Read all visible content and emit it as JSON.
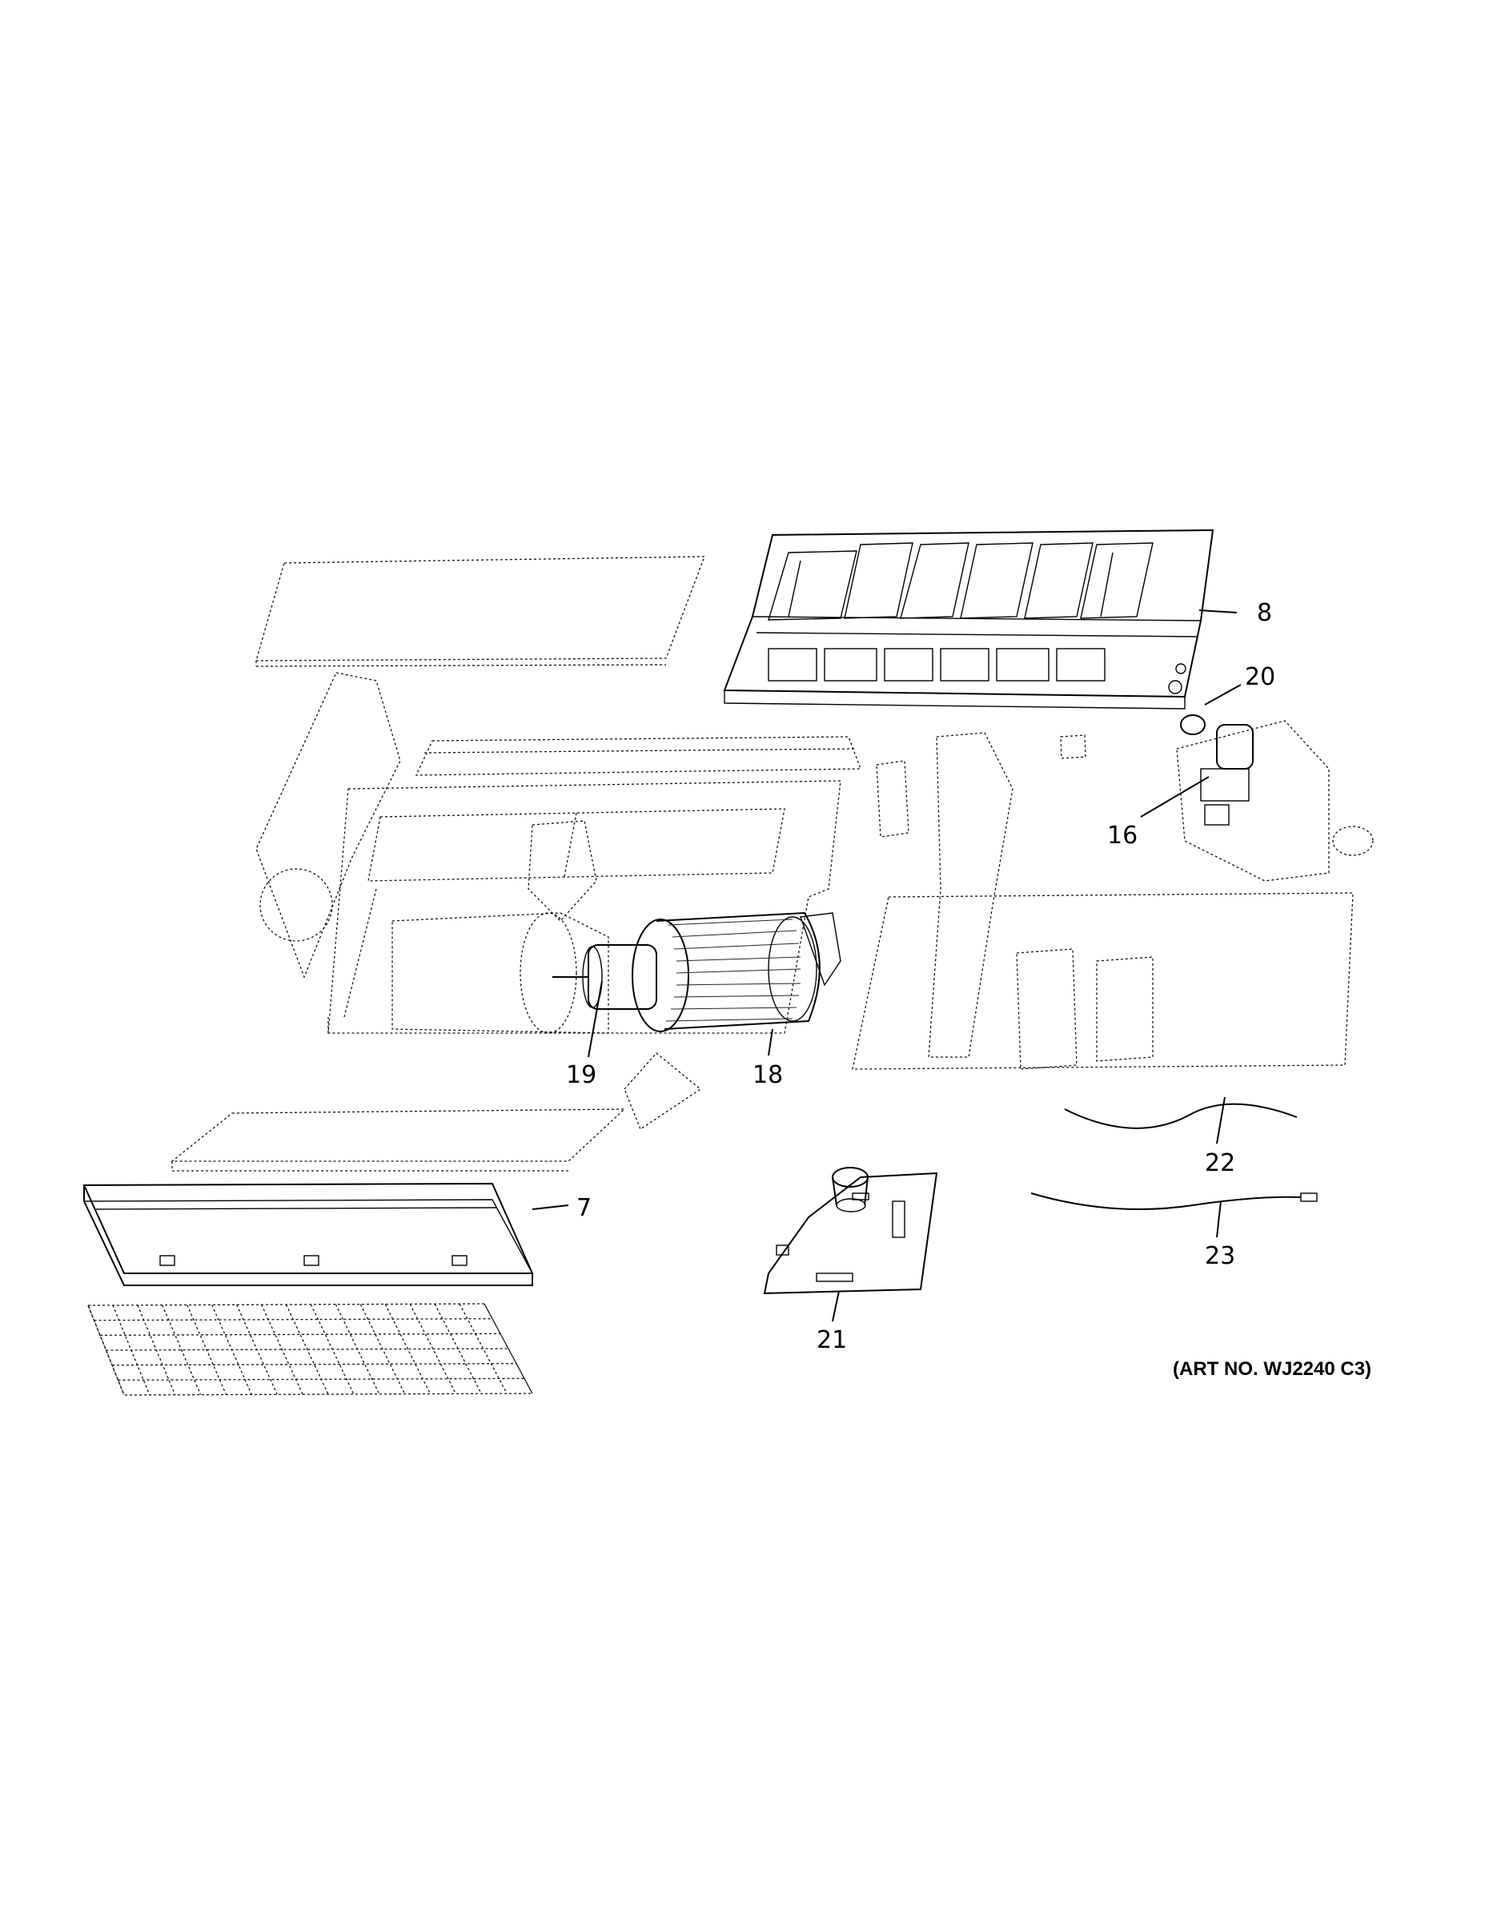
{
  "diagram": {
    "art_number": "(ART NO. WJ2240 C3)",
    "callouts": {
      "p7": "7",
      "p8": "8",
      "p16": "16",
      "p18": "18",
      "p19": "19",
      "p20": "20",
      "p21": "21",
      "p22": "22",
      "p23": "23"
    }
  }
}
